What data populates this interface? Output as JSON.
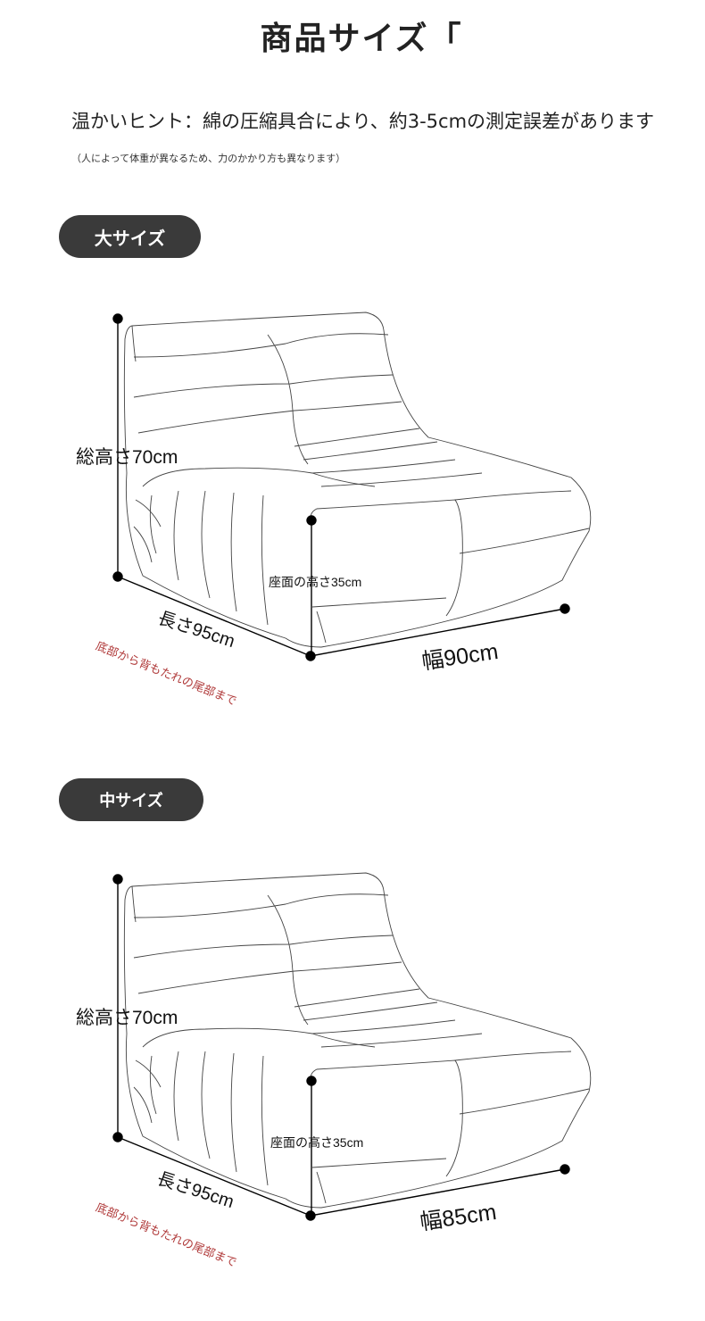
{
  "page": {
    "title": "商品サイズ「",
    "tip_main": "温かいヒント：綿の圧縮具合により、約3-5cmの測定誤差があります",
    "tip_sub": "（人によって体重が異なるため、力のかかり方も異なります）"
  },
  "sizes": [
    {
      "label": "大サイズ",
      "total_height": "総高さ70cm",
      "seat_height": "座面の高さ35cm",
      "length": "長さ95cm",
      "width": "幅90cm",
      "length_note": "底部から背もたれの尾部まで"
    },
    {
      "label": "中サイズ",
      "total_height": "総高さ70cm",
      "seat_height": "座面の高さ35cm",
      "length": "長さ95cm",
      "width": "幅85cm",
      "length_note": "底部から背もたれの尾部まで"
    }
  ],
  "colors": {
    "pill_bg": "#3a3a3a",
    "note_red": "#b03a3a",
    "line": "#000000"
  }
}
